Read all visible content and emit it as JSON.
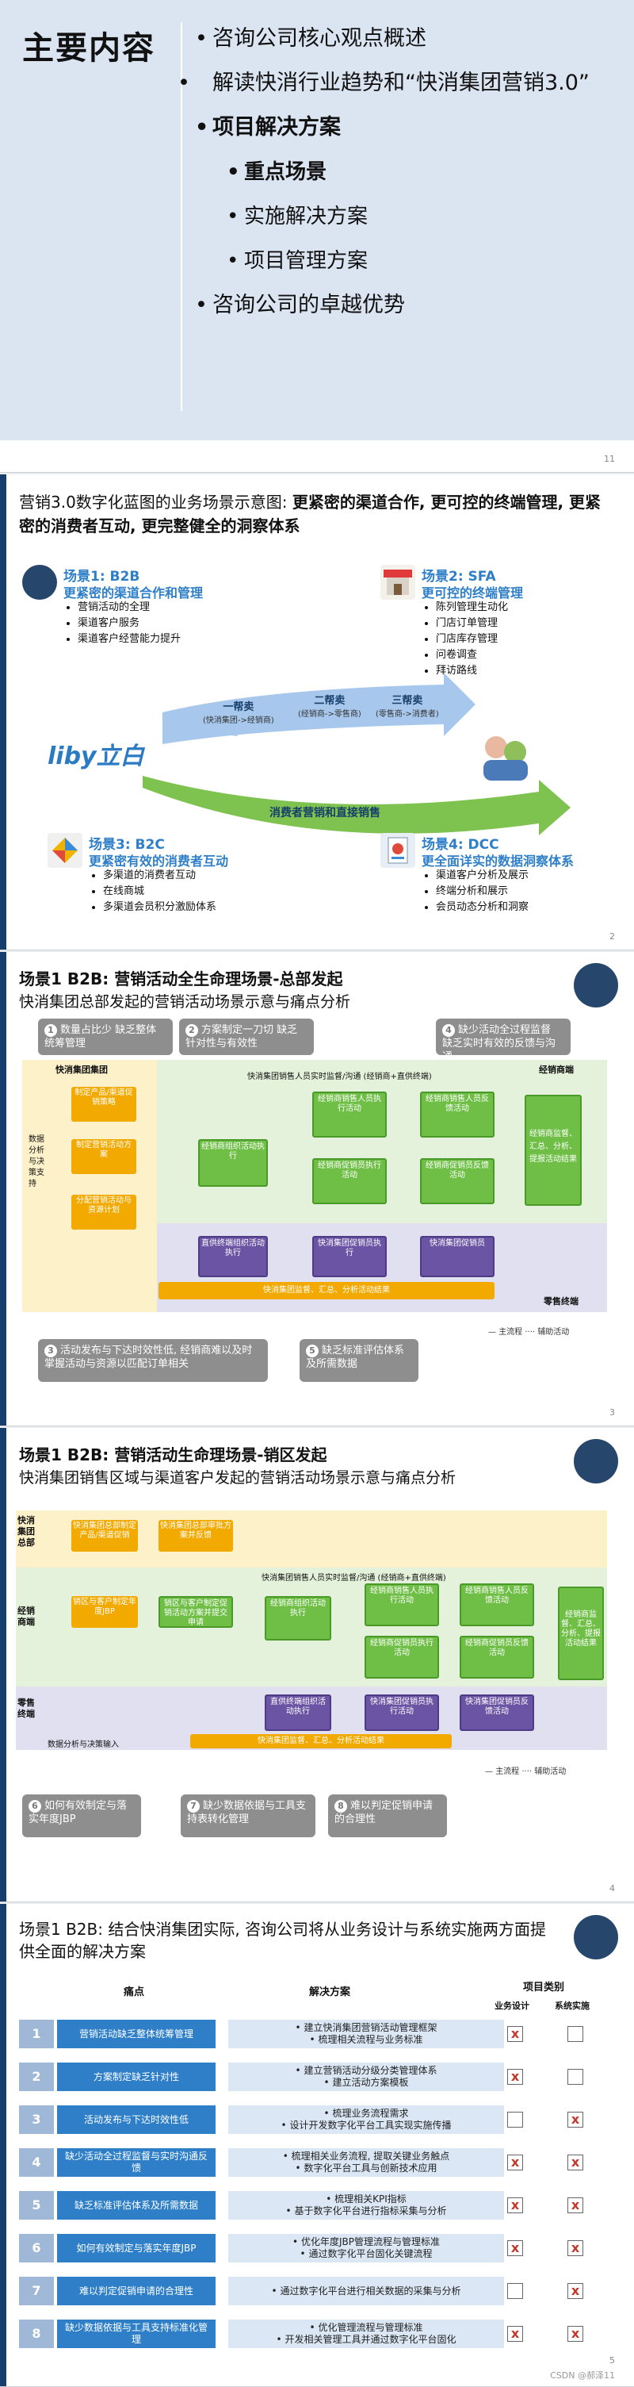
{
  "slide1": {
    "title": "主要内容",
    "items": [
      {
        "text": "咨询公司核心观点概述",
        "level": 1,
        "bold": false
      },
      {
        "text": "解读快消行业趋势和“快消集团营销3.0”",
        "level": 1,
        "bold": false
      },
      {
        "text": "项目解决方案",
        "level": 1,
        "bold": true
      },
      {
        "text": "重点场景",
        "level": 2,
        "bold": true
      },
      {
        "text": "实施解决方案",
        "level": 2,
        "bold": false
      },
      {
        "text": "项目管理方案",
        "level": 2,
        "bold": false
      },
      {
        "text": "咨询公司的卓越优势",
        "level": 1,
        "bold": false
      }
    ],
    "page": "11"
  },
  "slide2": {
    "title_plain": "营销3.0数字化蓝图的业务场景示意图: ",
    "title_bold": "更紧密的渠道合作, 更可控的终端管理, 更紧密的消费者互动, 更完整健全的洞察体系",
    "scenes": [
      {
        "head": "场景1: B2B",
        "sub": "更紧密的渠道合作和管理",
        "items": [
          "营销活动的全理",
          "渠道客户服务",
          "渠道客户经营能力提升"
        ]
      },
      {
        "head": "场景2: SFA",
        "sub": "更可控的终端管理",
        "items": [
          "陈列管理生动化",
          "门店订单管理",
          "门店库存管理",
          "问卷调查",
          "拜访路线"
        ]
      },
      {
        "head": "场景3: B2C",
        "sub": "更紧密有效的消费者互动",
        "items": [
          "多渠道的消费者互动",
          "在线商城",
          "多渠道会员积分激励体系"
        ]
      },
      {
        "head": "场景4: DCC",
        "sub": "更全面详实的数据洞察体系",
        "items": [
          "渠道客户分析及展示",
          "终端分析和展示",
          "会员动态分析和洞察"
        ]
      }
    ],
    "brand": "liby立白",
    "arrows": [
      {
        "label": "一帮卖",
        "sub": "(快消集团->经销商)"
      },
      {
        "label": "二帮卖",
        "sub": "(经销商->零售商)"
      },
      {
        "label": "三帮卖",
        "sub": "(零售商->消费者)"
      }
    ],
    "bottom_arrow": "消费者营销和直接销售",
    "page": "2"
  },
  "slide3": {
    "title": "场景1 B2B:  营销活动全生命理场景-总部发起",
    "subtitle": "快消集团总部发起的营销活动场景示意与痛点分析",
    "notes": [
      {
        "num": "1",
        "text": "数量占比少 缺乏整体统筹管理"
      },
      {
        "num": "2",
        "text": "方案制定一刀切 缺乏针对性与有效性"
      },
      {
        "num": "3",
        "text": "活动发布与下达时效性低, 经销商难以及时掌握活动与资源以匹配订单相关"
      },
      {
        "num": "4",
        "text": "缺少活动全过程监督 缺乏实时有效的反馈与沟通"
      },
      {
        "num": "5",
        "text": "缺乏标准评估体系及所需数据"
      }
    ],
    "lanes": {
      "hq": "快消集团集团",
      "dealer": "经销商端",
      "retail": "零售终端"
    },
    "side_label": "数据分析与决策支持",
    "top_label": "快消集团销售人员实时监督/沟通 (经销商+直供终端)",
    "bottom_label": "快消集团监督、汇总、分析活动结果",
    "boxes": {
      "b1": "制定产品/渠道促销策略",
      "b2": "制定营销活动方案",
      "b3": "分配营销活动与资源计划",
      "b4": "经销商组织活动执行",
      "b5": "经销商销售人员执行活动",
      "b6": "经销商销售人员反馈活动",
      "b7": "经销商促销员执行活动",
      "b8": "经销商促销员反馈活动",
      "b9": "经销商监督、汇总、分析、提报活动结果",
      "b10": "直供终端组织活动执行",
      "b11": "快消集团促销员执行",
      "b12": "快消集团促销员"
    },
    "legend": {
      "main": "主流程",
      "aux": "辅助活动"
    },
    "page": "3"
  },
  "slide4": {
    "title": "场景1 B2B:  营销活动生命理场景-销区发起",
    "subtitle": "快消集团销售区域与渠道客户发起的营销活动场景示意与痛点分析",
    "notes": [
      {
        "num": "6",
        "text": "如何有效制定与落实年度JBP"
      },
      {
        "num": "7",
        "text": "缺少数据依据与工具支持表转化管理"
      },
      {
        "num": "8",
        "text": "难以判定促销申请的合理性"
      }
    ],
    "lanes": {
      "hq": "快消集团总部",
      "dealer": "经销商端",
      "retail": "零售终端"
    },
    "top_label": "快消集团销售人员实时监督/沟通 (经销商+直供终端)",
    "bottom_label": "快消集团监督、汇总、分析活动结果",
    "side_label": "数据分析与决策输入",
    "boxes": {
      "b1": "快消集团总部制定产品/渠道促销",
      "b2": "快消集团总部审批方案并反馈",
      "b3": "销区与客户制定年度JBP",
      "b4": "销区与客户制定促销活动方案并提交申请",
      "b5": "经销商组织活动执行",
      "b6": "经销商销售人员执行活动",
      "b7": "经销商销售人员反馈活动",
      "b8": "经销商促销员执行活动",
      "b9": "经销商促销员反馈活动",
      "b10": "经销商监督、汇总、分析、提报活动结果",
      "b11": "直供终端组织活动执行",
      "b12": "快消集团促销员执行活动",
      "b13": "快消集团促销员反馈活动"
    },
    "legend": {
      "main": "主流程",
      "aux": "辅助活动"
    },
    "page": "4"
  },
  "slide5": {
    "title": "场景1 B2B: 结合快消集团实际, 咨询公司将从业务设计与系统实施两方面提供全面的解决方案",
    "headers": {
      "pain": "痛点",
      "solution": "解决方案",
      "category": "项目类别",
      "biz": "业务设计",
      "sys": "系统实施"
    },
    "rows": [
      {
        "num": "1",
        "pain": "营销活动缺乏整体统筹管理",
        "sol": [
          "建立快消集团营销活动管理框架",
          "梳理相关流程与业务标准"
        ],
        "biz": "x",
        "sys": ""
      },
      {
        "num": "2",
        "pain": "方案制定缺乏针对性",
        "sol": [
          "建立营销活动分级分类管理体系",
          "建立活动方案模板"
        ],
        "biz": "x",
        "sys": ""
      },
      {
        "num": "3",
        "pain": "活动发布与下达时效性低",
        "sol": [
          "梳理业务流程需求",
          "设计开发数字化平台工具实现实施传播"
        ],
        "biz": "",
        "sys": "x"
      },
      {
        "num": "4",
        "pain": "缺少活动全过程监督与实时沟通反馈",
        "sol": [
          "梳理相关业务流程, 提取关键业务触点",
          "数字化平台工具与创新技术应用"
        ],
        "biz": "x",
        "sys": "x"
      },
      {
        "num": "5",
        "pain": "缺乏标准评估体系及所需数据",
        "sol": [
          "梳理相关KPI指标",
          "基于数字化平台进行指标采集与分析"
        ],
        "biz": "x",
        "sys": "x"
      },
      {
        "num": "6",
        "pain": "如何有效制定与落实年度JBP",
        "sol": [
          "优化年度JBP管理流程与管理标准",
          "通过数字化平台固化关键流程"
        ],
        "biz": "x",
        "sys": "x"
      },
      {
        "num": "7",
        "pain": "难以判定促销申请的合理性",
        "sol": [
          "通过数字化平台进行相关数据的采集与分析"
        ],
        "biz": "",
        "sys": "x"
      },
      {
        "num": "8",
        "pain": "缺少数据依据与工具支持标准化管理",
        "sol": [
          "优化管理流程与管理标准",
          "开发相关管理工具并通过数字化平台固化"
        ],
        "biz": "x",
        "sys": "x"
      }
    ],
    "page": "5",
    "watermark": "CSDN @郝泽11"
  }
}
